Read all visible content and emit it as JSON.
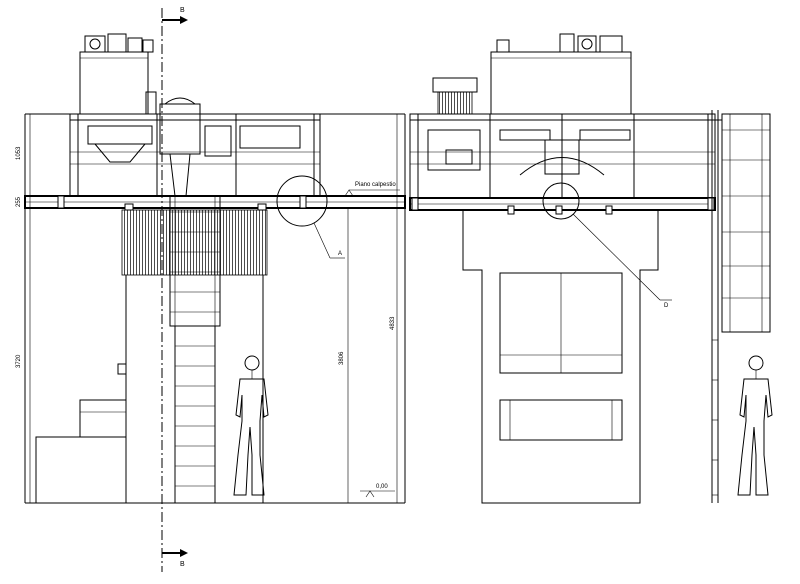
{
  "section_marker": {
    "letter": "B"
  },
  "dimensions": {
    "d1053": "1053",
    "d255": "255",
    "d3720": "3720",
    "d3806": "3806",
    "d4833": "4833"
  },
  "labels": {
    "detail_a": "A",
    "detail_d": "D",
    "floor_note": "Piano calpestio",
    "level": "0,00"
  }
}
